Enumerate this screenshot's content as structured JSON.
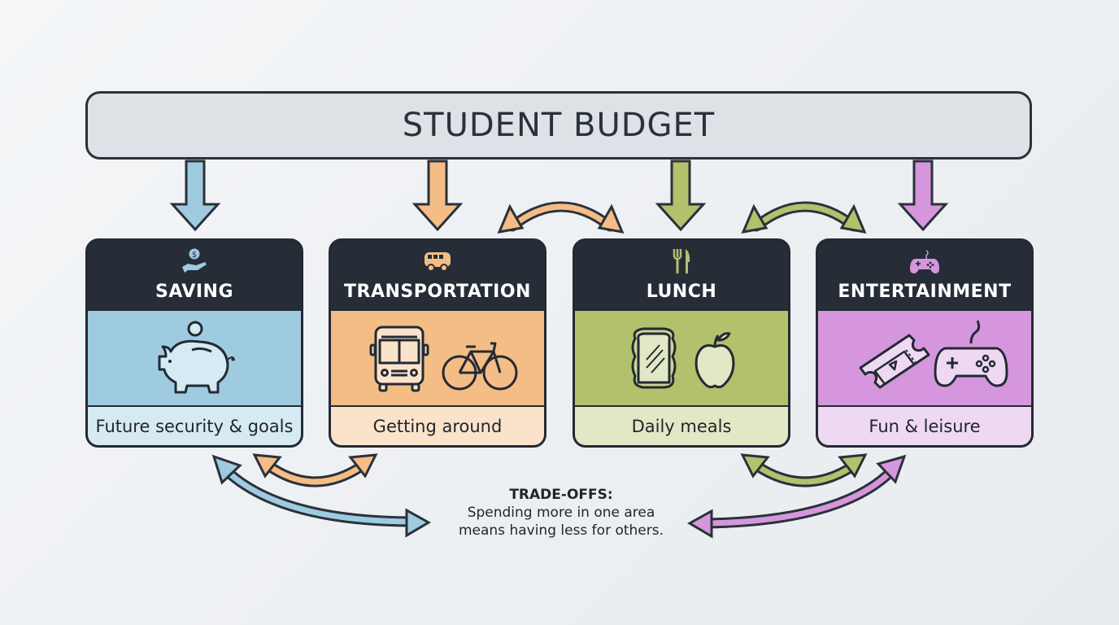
{
  "title": "STUDENT BUDGET",
  "colors": {
    "saving": "#9ecbe0",
    "saving_light": "#d6eaf3",
    "transportation": "#f4bd86",
    "transportation_light": "#fbe3cb",
    "lunch": "#b3c06c",
    "lunch_light": "#e2e8c6",
    "entertainment": "#d596de",
    "entertainment_light": "#efd8f2",
    "dark": "#262d37",
    "header_bg": "#dde2e7"
  },
  "categories": [
    {
      "id": "saving",
      "title": "SAVING",
      "subtitle": "Future security & goals",
      "header_icon": "hand-coin-icon",
      "body_icons": [
        "piggy-bank-icon"
      ]
    },
    {
      "id": "transportation",
      "title": "TRANSPORTATION",
      "subtitle": "Getting around",
      "header_icon": "bus-icon",
      "body_icons": [
        "bus-front-icon",
        "bicycle-icon"
      ]
    },
    {
      "id": "lunch",
      "title": "LUNCH",
      "subtitle": "Daily meals",
      "header_icon": "fork-knife-icon",
      "body_icons": [
        "sandwich-icon",
        "apple-icon"
      ]
    },
    {
      "id": "entertainment",
      "title": "ENTERTAINMENT",
      "subtitle": "Fun & leisure",
      "header_icon": "gamepad-icon",
      "body_icons": [
        "ticket-icon",
        "gamepad-icon"
      ]
    }
  ],
  "tradeoffs": {
    "title": "TRADE-OFFS:",
    "line1": "Spending more in one area",
    "line2": "means having less for others."
  }
}
